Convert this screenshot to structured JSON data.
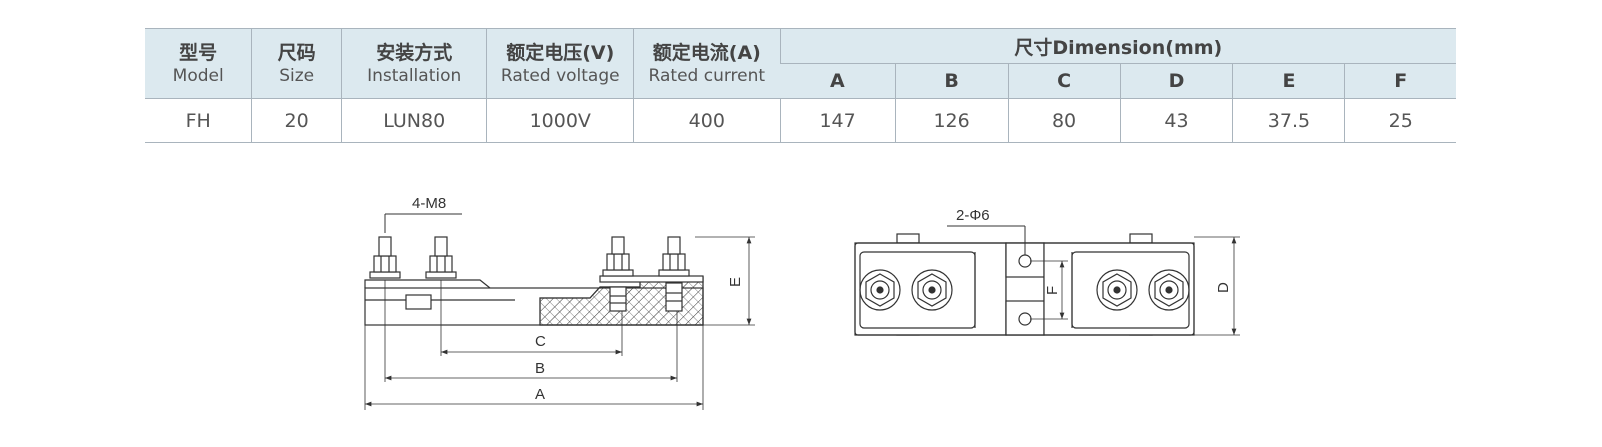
{
  "table": {
    "headers": [
      {
        "zh": "型号",
        "en": "Model"
      },
      {
        "zh": "尺码",
        "en": "Size"
      },
      {
        "zh": "安装方式",
        "en": "Installation"
      },
      {
        "zh": "额定电压(V)",
        "en": "Rated voltage"
      },
      {
        "zh": "额定电流(A)",
        "en": "Rated current"
      }
    ],
    "dimension_header": "尺寸Dimension(mm)",
    "dimension_columns": [
      "A",
      "B",
      "C",
      "D",
      "E",
      "F"
    ],
    "row": {
      "model": "FH",
      "size": "20",
      "installation": "LUN80",
      "voltage": "1000V",
      "current": "400",
      "A": "147",
      "B": "126",
      "C": "80",
      "D": "43",
      "E": "37.5",
      "F": "25"
    }
  },
  "drawing": {
    "side_view": {
      "bolt_label": "4-M8",
      "dim_A": "A",
      "dim_B": "B",
      "dim_C": "C",
      "dim_E": "E"
    },
    "top_view": {
      "hole_label": "2-Φ6",
      "dim_D": "D",
      "dim_F": "F"
    }
  }
}
